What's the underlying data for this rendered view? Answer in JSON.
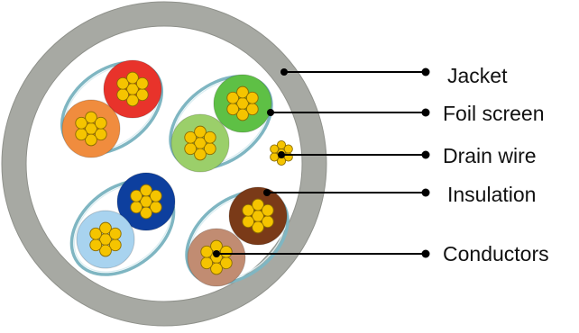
{
  "labels": {
    "jacket": "Jacket",
    "foil_screen": "Foil screen",
    "drain_wire": "Drain wire",
    "insulation": "Insulation",
    "conductors": "Conductors"
  },
  "colors": {
    "jacket": "#a7a9a3",
    "core": "#ffffff",
    "foil": "#7fb6c2",
    "conductor": "#f5c400",
    "conductor_edge": "#8a6c00",
    "leader": "#000000",
    "pair1_a": "#e8332b",
    "pair1_b": "#f08c3e",
    "pair2_a": "#5ec045",
    "pair2_b": "#9bcf6a",
    "pair3_a": "#0d3f9e",
    "pair3_b": "#a8d3ef",
    "pair4_a": "#7a3a18",
    "pair4_b": "#c18c72"
  }
}
